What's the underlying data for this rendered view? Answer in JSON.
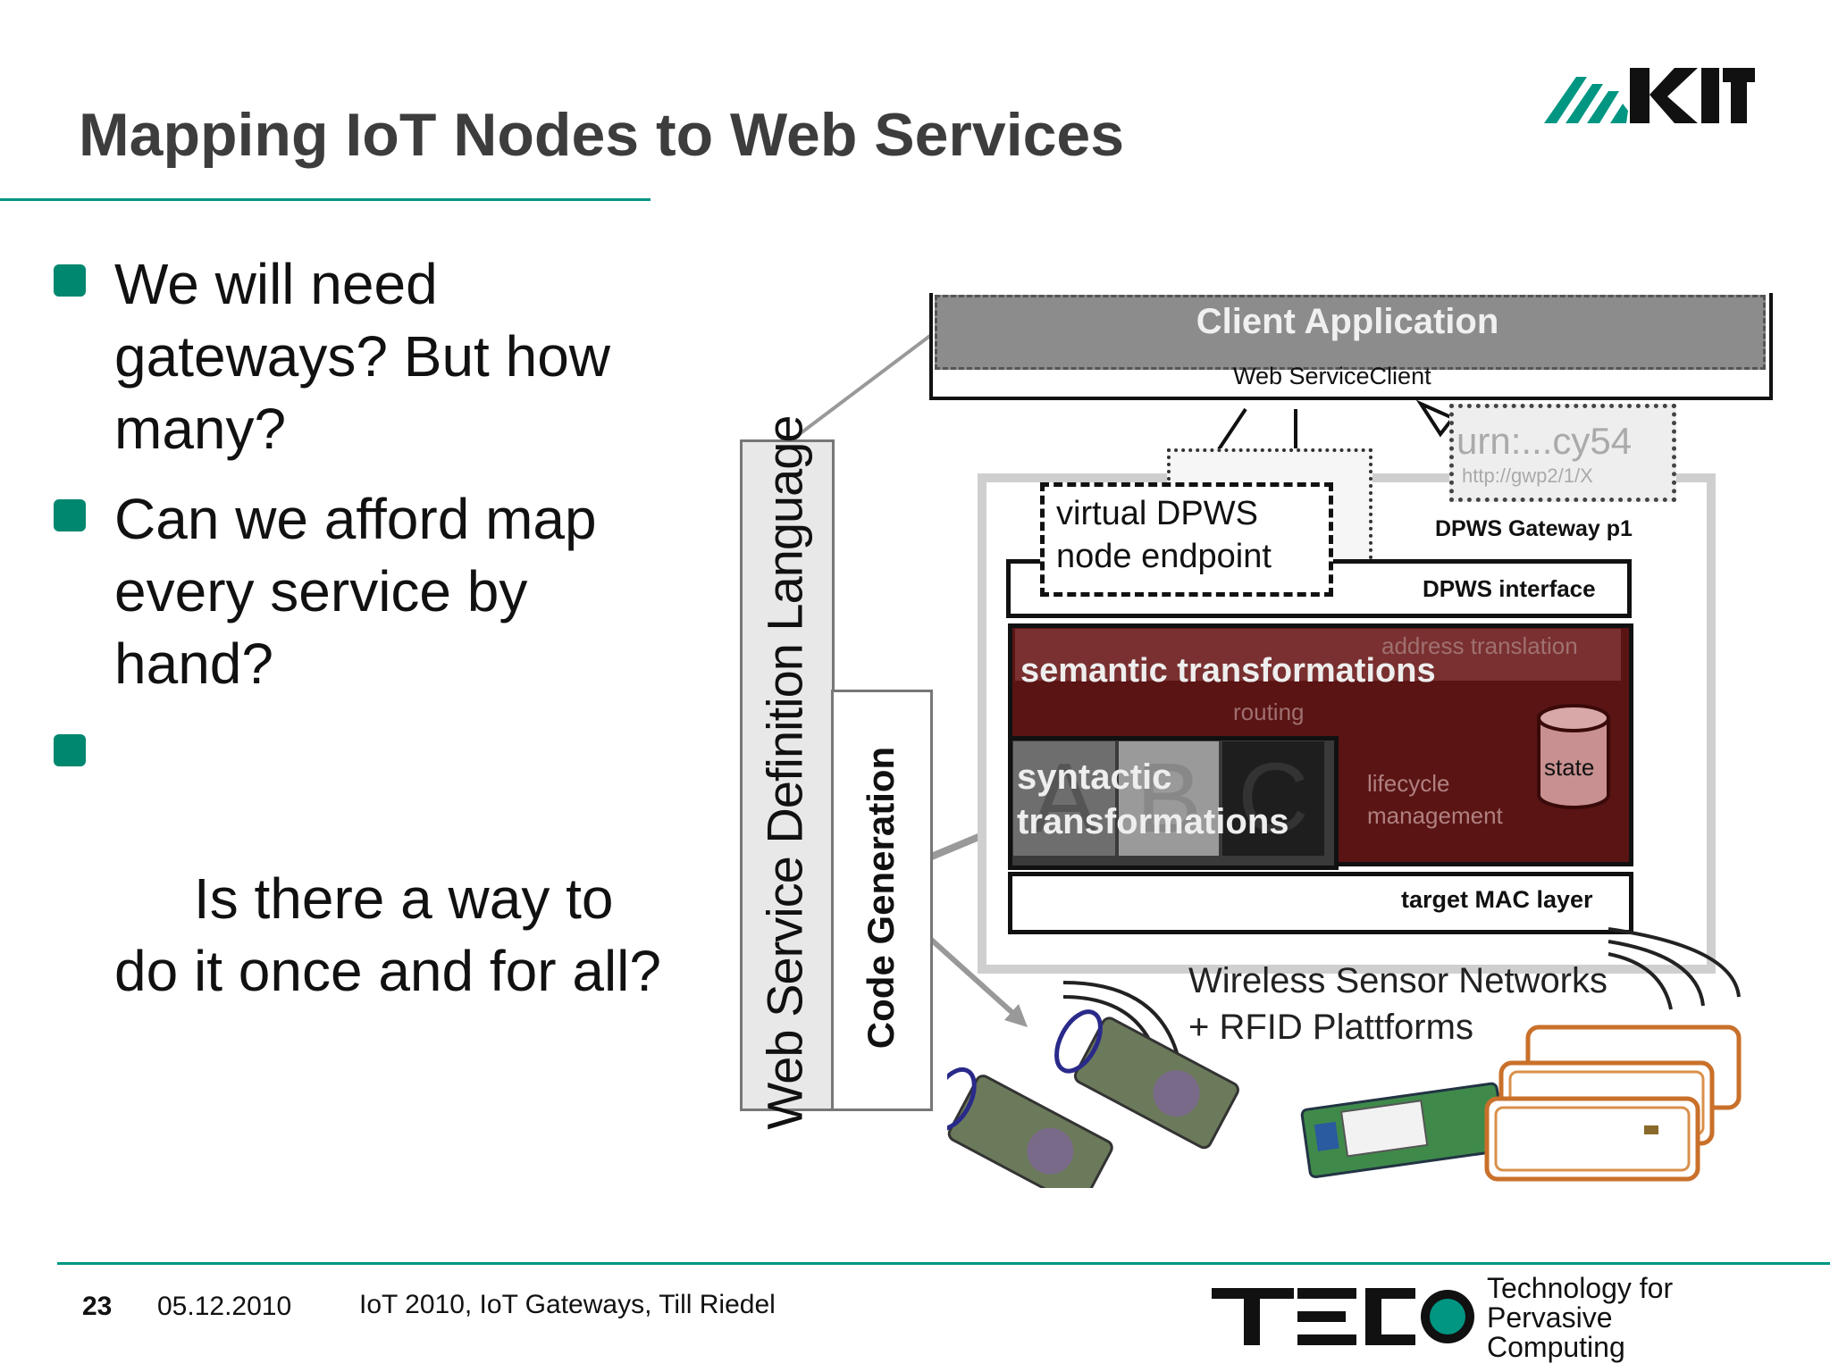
{
  "slide": {
    "title": "Mapping IoT Nodes to Web Services",
    "bullets": [
      "We will need gateways? But how many?",
      "Can we afford map every service by hand?",
      " Is there a way to do it once and for all?"
    ],
    "logo_text": "KIT"
  },
  "diagram": {
    "wsdl_label": "Web Service Definition Language",
    "codegen_label": "Code Generation",
    "client_application": "Client Application",
    "web_service_client": "Web ServiceClient",
    "urn_text": "urn:...cy54",
    "urn_url": "http://gwp2/1/X",
    "gateway_label": "DPWS Gateway p1",
    "virtual_dpws_line1": "virtual DPWS",
    "virtual_dpws_line2": "node endpoint",
    "dpws_interface": "DPWS interface",
    "address_translation": "address translation",
    "semantic_transformations": "semantic transformations",
    "routing": "routing",
    "syntactic_line1": "syntactic",
    "syntactic_line2": "transformations",
    "abc_a": "A",
    "abc_b": "B",
    "abc_c": "C",
    "lifecycle_line1": "lifecycle",
    "lifecycle_line2": "management",
    "state": "state",
    "mac_layer": "target MAC layer",
    "wsn_line1": "Wireless Sensor Networks",
    "wsn_line2": "+ RFID Plattforms"
  },
  "footer": {
    "page_number": "23",
    "date": "05.12.2010",
    "event": "IoT 2010, IoT Gateways, Till Riedel",
    "teco_logo": "TECO",
    "teco_line1": "Technology for",
    "teco_line2": "Pervasive",
    "teco_line3": "Computing"
  },
  "colors": {
    "accent": "#009682",
    "bullet": "#00876f",
    "semantic_dark_red": "#5a1414"
  }
}
